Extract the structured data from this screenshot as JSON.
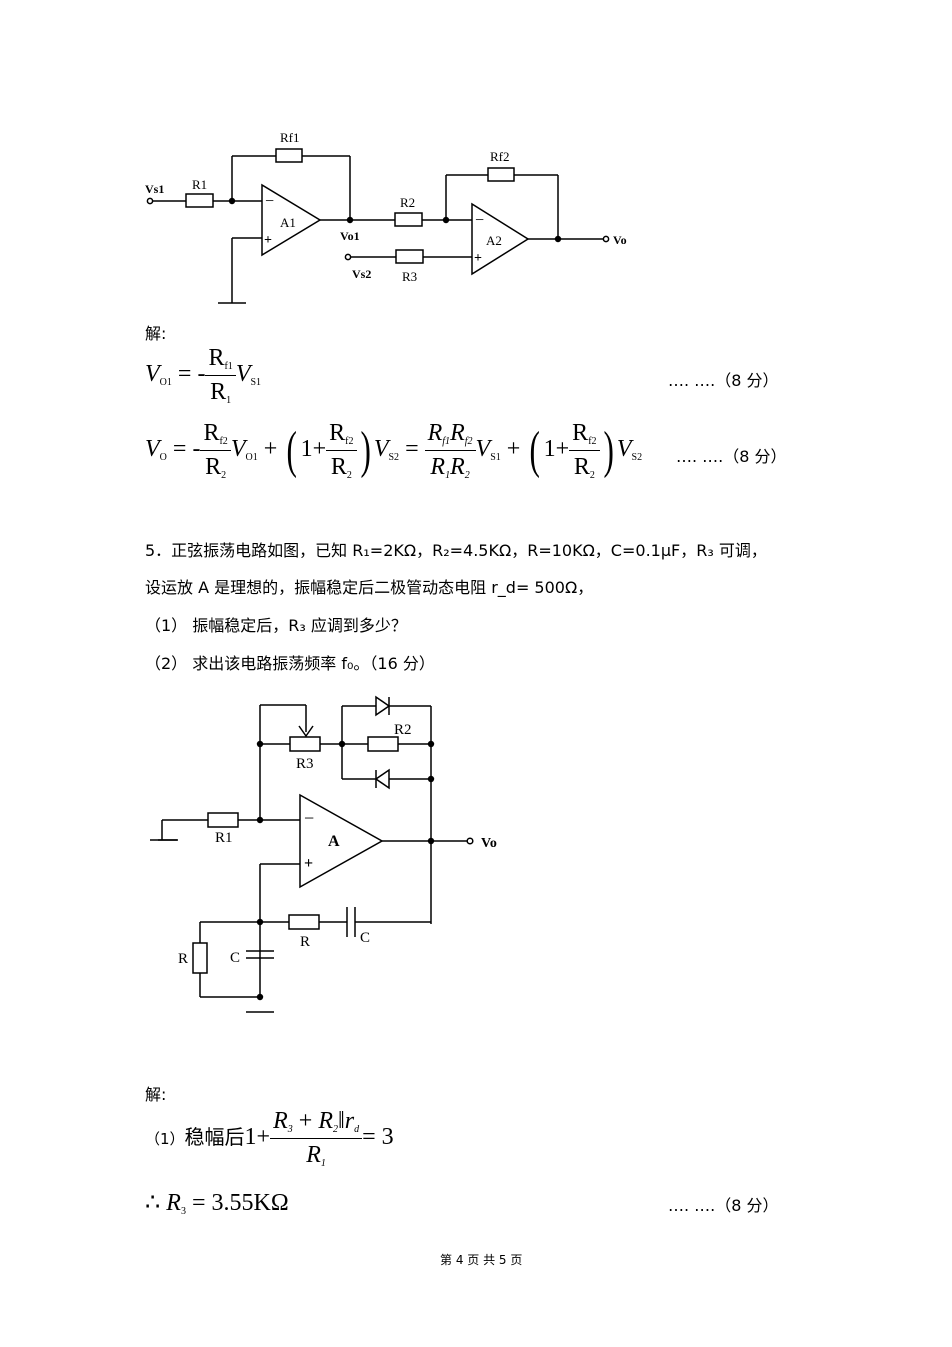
{
  "circuit1": {
    "labels": {
      "rf1": "Rf1",
      "r1": "R1",
      "vs1": "Vs1",
      "a1": "A1",
      "vo1": "Vo1",
      "r2": "R2",
      "rf2": "Rf2",
      "a2": "A2",
      "vo": "Vo",
      "vs2": "Vs2",
      "r3": "R3",
      "minus": "−",
      "plus": "+"
    }
  },
  "solution1": {
    "heading": "解:",
    "eq1": {
      "lhs_var": "V",
      "lhs_sub": "O1",
      "eq_sign": "=",
      "sign": "-",
      "num": "R",
      "num_sub": "f1",
      "den": "R",
      "den_sub": "1",
      "tail_var": "V",
      "tail_sub": "S1",
      "score": "…. ….（8 分）"
    },
    "eq2": {
      "lhs_var": "V",
      "lhs_sub": "O",
      "eq_sign": "=",
      "sign": "-",
      "f1_num": "R",
      "f1_num_sub": "f2",
      "f1_den": "R",
      "f1_den_sub": "2",
      "t1_var": "V",
      "t1_sub": "O1",
      "plus": "+",
      "one": "1",
      "f2_num": "R",
      "f2_num_sub": "f2",
      "f2_den": "R",
      "f2_den_sub": "2",
      "t2_var": "V",
      "t2_sub": "S2",
      "f3_num_a": "R",
      "f3_num_a_sub": "f1",
      "f3_num_b": "R",
      "f3_num_b_sub": "f2",
      "f3_den_a": "R",
      "f3_den_a_sub": "1",
      "f3_den_b": "R",
      "f3_den_b_sub": "2",
      "t3_var": "V",
      "t3_sub": "S1",
      "f4_num": "R",
      "f4_num_sub": "f2",
      "f4_den": "R",
      "f4_den_sub": "2",
      "t4_var": "V",
      "t4_sub": "S2",
      "score": "…. ….（8 分）"
    }
  },
  "problem5": {
    "line1": "5．正弦振荡电路如图，已知 R₁=2KΩ，R₂=4.5KΩ，R=10KΩ，C=0.1μF，R₃ 可调，",
    "line2": "设运放 A 是理想的，振幅稳定后二极管动态电阻 r_d= 500Ω，",
    "q1": "（1）   振幅稳定后，R₃ 应调到多少？",
    "q2": "（2）   求出该电路振荡频率 f₀。（16 分）"
  },
  "circuit2": {
    "labels": {
      "r2": "R2",
      "r3": "R3",
      "r1": "R1",
      "a": "A",
      "vo": "Vo",
      "r": "R",
      "c": "C",
      "r_left": "R",
      "c_left": "C",
      "minus": "−",
      "plus": "+"
    }
  },
  "solution2": {
    "heading": "解:",
    "line1_prefix": "（1）",
    "line1_text": "稳幅后",
    "line1_one": "1",
    "line1_plus": "+",
    "frac_num_a": "R",
    "frac_num_a_sub": "3",
    "frac_num_plus": "+",
    "frac_num_b": "R",
    "frac_num_b_sub": "2",
    "frac_num_par": "‖",
    "frac_num_c": "r",
    "frac_num_c_sub": "d",
    "frac_den": "R",
    "frac_den_sub": "1",
    "line1_eq": "= 3",
    "line2_therefore": "∴",
    "line2_var": "R",
    "line2_sub": "3",
    "line2_value": "= 3.55KΩ",
    "score": "…. ….（8 分）"
  },
  "footer": {
    "page": "第 4 页 共 5 页"
  }
}
